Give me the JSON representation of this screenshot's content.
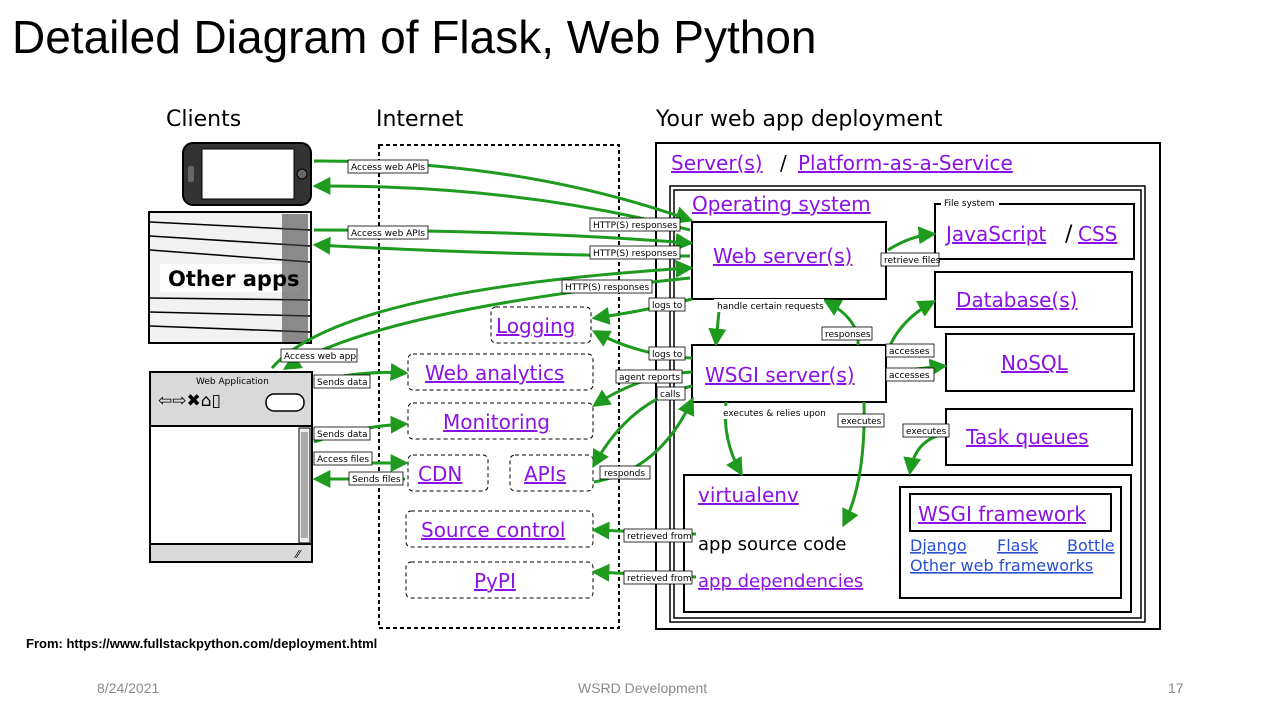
{
  "slide": {
    "title": "Detailed Diagram of Flask, Web Python",
    "source": "From:  https://www.fullstackpython.com/deployment.html",
    "footer_date": "8/24/2021",
    "footer_center": "WSRD Development",
    "page_number": "17"
  },
  "headers": {
    "clients": "Clients",
    "internet": "Internet",
    "deployment": "Your web app deployment"
  },
  "clients": {
    "other_apps": "Other apps",
    "web_app_title": "Web Application"
  },
  "internet": {
    "logging": "Logging",
    "web_analytics": "Web analytics",
    "monitoring": "Monitoring",
    "cdn": "CDN",
    "apis": "APIs",
    "source_control": "Source control",
    "pypi": "PyPI"
  },
  "deployment": {
    "servers": "Server(s)",
    "slash": "/",
    "paas": "Platform-as-a-Service",
    "operating_system": "Operating system",
    "file_system": "File system",
    "javascript": "JavaScript",
    "slash2": "/",
    "css": "CSS",
    "web_servers": "Web server(s)",
    "databases": "Database(s)",
    "wsgi_servers": "WSGI server(s)",
    "nosql": "NoSQL",
    "task_queues": "Task queues",
    "virtualenv": "virtualenv",
    "app_source_code": "app source code",
    "app_dependencies": "app dependencies",
    "wsgi_framework": "WSGI framework",
    "django": "Django",
    "flask": "Flask",
    "bottle": "Bottle",
    "other_frameworks": "Other web frameworks"
  },
  "edge_labels": {
    "access_web_apis_1": "Access web APIs",
    "access_web_apis_2": "Access web APIs",
    "http_responses_1": "HTTP(S) responses",
    "http_responses_2": "HTTP(S) responses",
    "http_responses_3": "HTTP(S) responses",
    "access_web_app": "Access web app",
    "sends_data_1": "Sends data",
    "sends_data_2": "Sends data",
    "access_files": "Access files",
    "sends_files": "Sends files",
    "logs_to_1": "logs to",
    "logs_to_2": "logs to",
    "retrieve_files": "retrieve files",
    "handle_certain_requests": "handle certain requests",
    "responses": "responses",
    "accesses_1": "accesses",
    "accesses_2": "accesses",
    "agent_reports": "agent reports",
    "calls": "calls",
    "executes_relies": "executes & relies upon",
    "executes_1": "executes",
    "executes_2": "executes",
    "responds": "responds",
    "retrieved_from_1": "retrieved from",
    "retrieved_from_2": "retrieved from"
  },
  "colors": {
    "arrow": "#1e9a1e",
    "link": "#8b12e6",
    "framework_link": "#2a4fd0"
  }
}
